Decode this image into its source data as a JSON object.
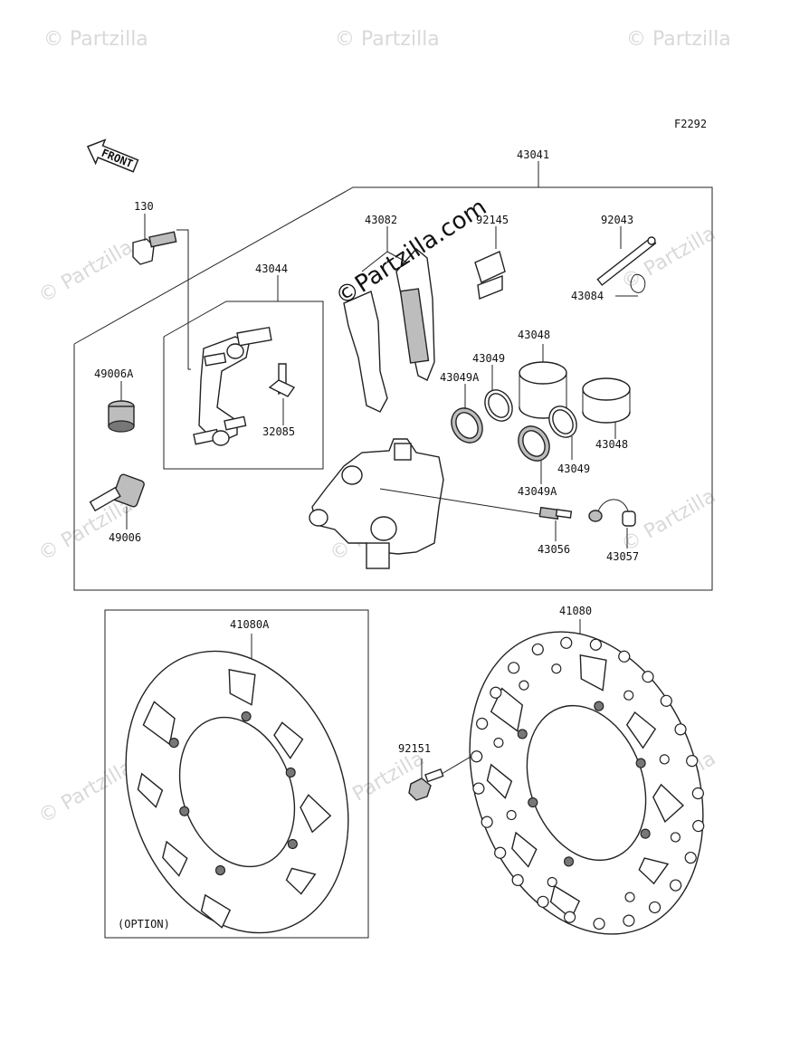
{
  "diagram": {
    "code": "F2292",
    "front_label": "FRONT",
    "option_label": "(OPTION)",
    "watermark": "© Partzilla",
    "watermark_center": "©Partzilla.com",
    "parts": {
      "p43041": "43041",
      "p130": "130",
      "p43082": "43082",
      "p92145": "92145",
      "p92043": "92043",
      "p43044": "43044",
      "p43084": "43084",
      "p49006A": "49006A",
      "p32085": "32085",
      "p43048a": "43048",
      "p43049a": "43049",
      "p43049Aa": "43049A",
      "p43048b": "43048",
      "p43049b": "43049",
      "p43049Ab": "43049A",
      "p49006": "49006",
      "p43056": "43056",
      "p43057": "43057",
      "p41080A": "41080A",
      "p41080": "41080",
      "p92151": "92151"
    }
  }
}
